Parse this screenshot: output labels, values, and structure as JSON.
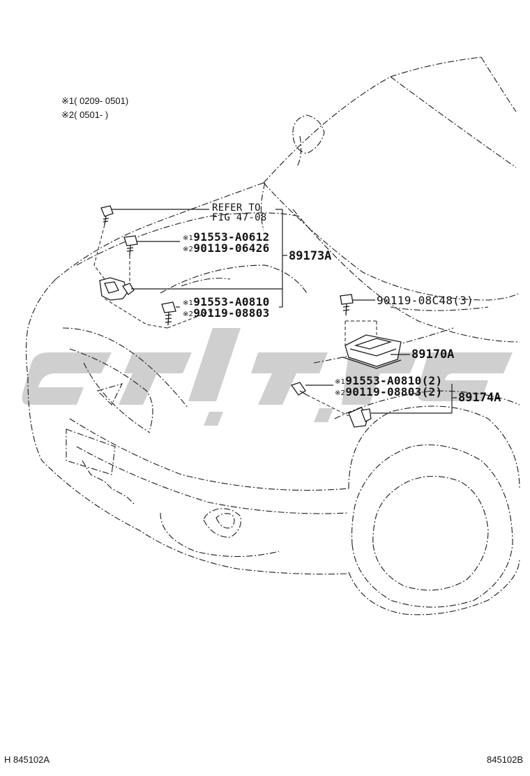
{
  "legend": {
    "line1": "※1( 0209- 0501)",
    "line2": "※2( 0501-        )"
  },
  "callouts": {
    "refer_to_line1": "REFER TO",
    "refer_to_line2": "FIG 47-08",
    "upper_bolt_1_mark": "※1",
    "upper_bolt_1_part": "91553-A0612",
    "upper_bolt_2_mark": "※2",
    "upper_bolt_2_part": "90119-06426",
    "lower_bolt_1_mark": "※1",
    "lower_bolt_1_part": "91553-A0810",
    "lower_bolt_2_mark": "※2",
    "lower_bolt_2_part": "90119-08803",
    "sensor_assy_front": "89173A",
    "ecu_bolt_part": "90119-08C48(3)",
    "airbag_ecu": "89170A",
    "side_bolt_1_mark": "※1",
    "side_bolt_1_part": "91553-A0810(2)",
    "side_bolt_2_mark": "※2",
    "side_bolt_2_part": "90119-08803(2)",
    "sensor_assy_side": "89174A"
  },
  "footer": {
    "left_code": "H 845102A",
    "right_code": "845102B"
  }
}
